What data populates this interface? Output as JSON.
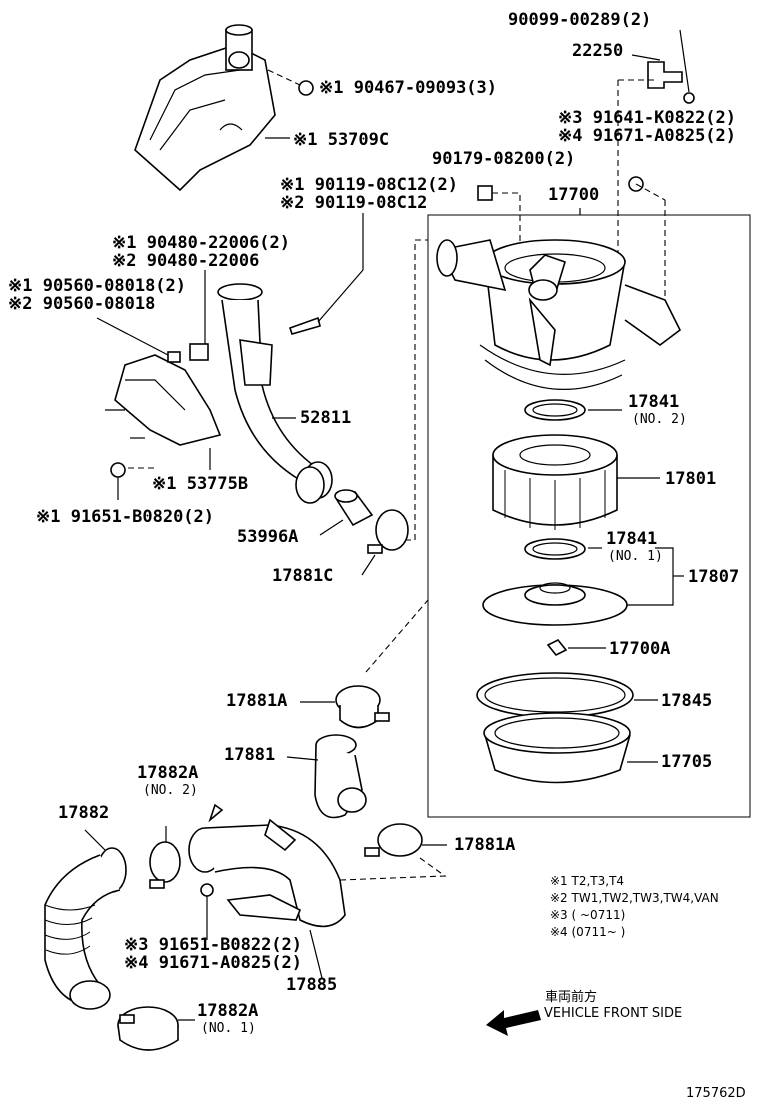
{
  "labels": {
    "p90099": "90099-00289(2)",
    "p22250": "22250",
    "p91641": "※3 91641-K0822(2)",
    "p91671a": "※4 91671-A0825(2)",
    "p90467": "※1 90467-09093(3)",
    "p53709": "※1 53709C",
    "p90179": "90179-08200(2)",
    "p17700": "17700",
    "p90119a": "※1 90119-08C12(2)",
    "p90119b": "※2 90119-08C12",
    "p90480a": "※1 90480-22006(2)",
    "p90480b": "※2 90480-22006",
    "p90560a": "※1 90560-08018(2)",
    "p90560b": "※2 90560-08018",
    "p52811": "52811",
    "p53775": "※1 53775B",
    "p91651a": "※1 91651-B0820(2)",
    "p53996": "53996A",
    "p17881c": "17881C",
    "p17841a": "17841",
    "p17841a_sub": "(NO. 2)",
    "p17801": "17801",
    "p17841b": "17841",
    "p17841b_sub": "(NO. 1)",
    "p17807": "17807",
    "p17700a": "17700A",
    "p17845": "17845",
    "p17705": "17705",
    "p17881a1": "17881A",
    "p17881": "17881",
    "p17882a1": "17882A",
    "p17882a1_sub": "(NO. 2)",
    "p17882": "17882",
    "p17881a2": "17881A",
    "p91651b": "※3 91651-B0822(2)",
    "p91671b": "※4 91671-A0825(2)",
    "p17885": "17885",
    "p17882a2": "17882A",
    "p17882a2_sub": "(NO. 1)"
  },
  "notes": {
    "n1": "※1 T2,T3,T4",
    "n2": "※2 TW1,TW2,TW3,TW4,VAN",
    "n3": "※3 (      ~0711)",
    "n4": "※4 (0711~      )"
  },
  "front": {
    "jp": "車両前方",
    "en": "VEHICLE FRONT SIDE"
  },
  "diagram_id": "175762D"
}
